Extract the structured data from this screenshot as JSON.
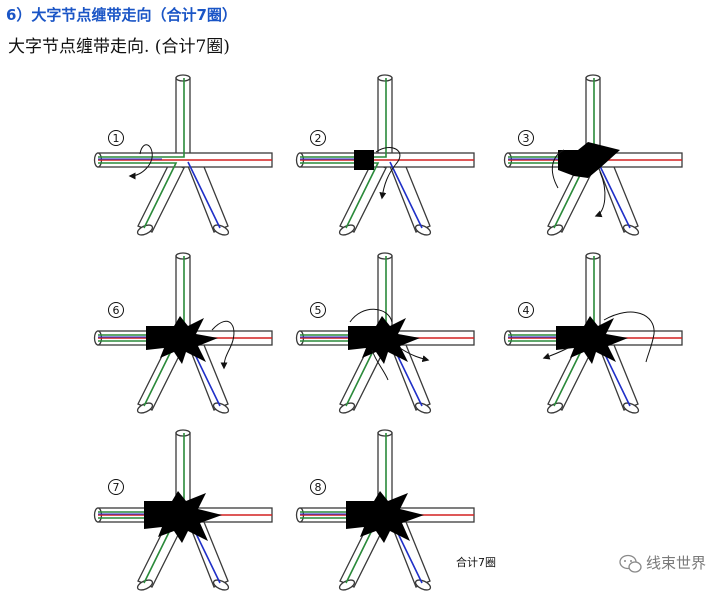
{
  "heading": "6）大字节点缠带走向（合计7圈）",
  "subheading": "大字节点缠带走向. (合计7圈)",
  "colors": {
    "heading": "#1a55c6",
    "red_wire": "#d42020",
    "green_wire": "#2a8a3a",
    "blue_wire": "#2030c8",
    "tape": "#000000",
    "outline": "#3a3a3a"
  },
  "panels": [
    {
      "step": "1",
      "tape": "none",
      "arrow": "arrow-1"
    },
    {
      "step": "2",
      "tape": "wrap",
      "arrow": "arrow-2"
    },
    {
      "step": "3",
      "tape": "cross",
      "arrow": "arrow-3"
    },
    {
      "step": "6",
      "tape": "star",
      "arrow": "arrow-6"
    },
    {
      "step": "5",
      "tape": "star",
      "arrow": "arrow-5"
    },
    {
      "step": "4",
      "tape": "star",
      "arrow": "arrow-4"
    },
    {
      "step": "7",
      "tape": "star-full",
      "arrow": "none"
    },
    {
      "step": "8",
      "tape": "star-full",
      "arrow": "none"
    }
  ],
  "caption": "合计7圈",
  "watermark": {
    "icon": "wechat-icon",
    "text": "线束世界"
  }
}
